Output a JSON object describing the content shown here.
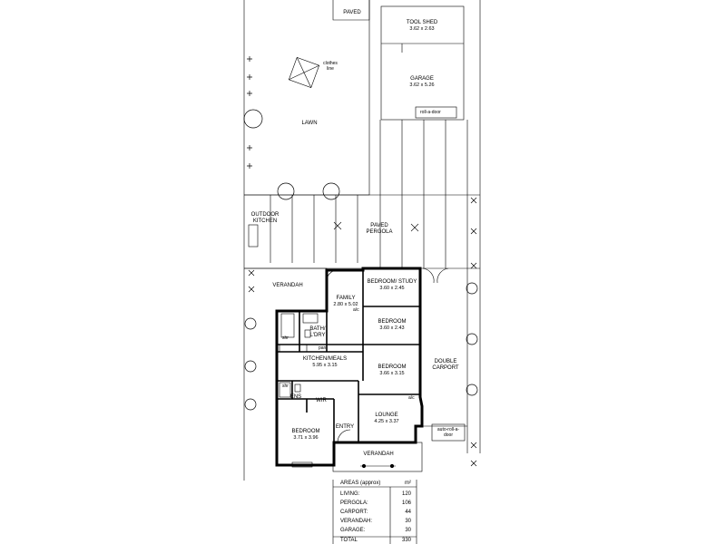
{
  "labels": {
    "paved_top": "PAVED",
    "tool_shed": "TOOL SHED",
    "tool_shed_dim": "3.62 x 2.63",
    "garage": "GARAGE",
    "garage_dim": "3.62 x 5.26",
    "roll_a_door": "roll-a-door",
    "clothes_line": "clothes line",
    "lawn": "LAWN",
    "outdoor_kitchen": "OUTDOOR KITCHEN",
    "paved_pergola": "PAVED PERGOLA",
    "verandah_side": "VERANDAH",
    "family": "FAMILY",
    "family_dim": "2.80 x 5.02",
    "ac1": "a/c",
    "bedroom_study": "BEDROOM/ STUDY",
    "bedroom_study_dim": "3.60 x 2.45",
    "bedroom2": "BEDROOM",
    "bedroom2_dim": "3.60 x 2.43",
    "bath_ldry": "BATH/ L'DRY",
    "shr1": "shr",
    "pan": "pan",
    "kitchen_meals": "KITCHEN/MEALS",
    "kitchen_meals_dim": "5.95 x 3.15",
    "bedroom3": "BEDROOM",
    "bedroom3_dim": "3.66 x 3.15",
    "double_carport": "DOUBLE CARPORT",
    "shr2": "shr",
    "ens": "ENS",
    "wir": "WIR",
    "ac2": "a/c",
    "lounge": "LOUNGE",
    "lounge_dim": "4.25 x 3.37",
    "entry": "ENTRY",
    "bedroom_main": "BEDROOM",
    "bedroom_main_dim": "3.71 x 3.96",
    "auto_roll_a_door": "auto-roll-a-door",
    "verandah_front": "VERANDAH"
  },
  "areas": {
    "header": "AREAS (approx)",
    "unit": "m²",
    "rows": [
      {
        "name": "LIVING:",
        "value": "120"
      },
      {
        "name": "PERGOLA:",
        "value": "106"
      },
      {
        "name": "CARPORT:",
        "value": "44"
      },
      {
        "name": "VERANDAH:",
        "value": "30"
      },
      {
        "name": "GARAGE:",
        "value": "30"
      }
    ],
    "total": {
      "name": "TOTAL",
      "value": "330"
    }
  }
}
